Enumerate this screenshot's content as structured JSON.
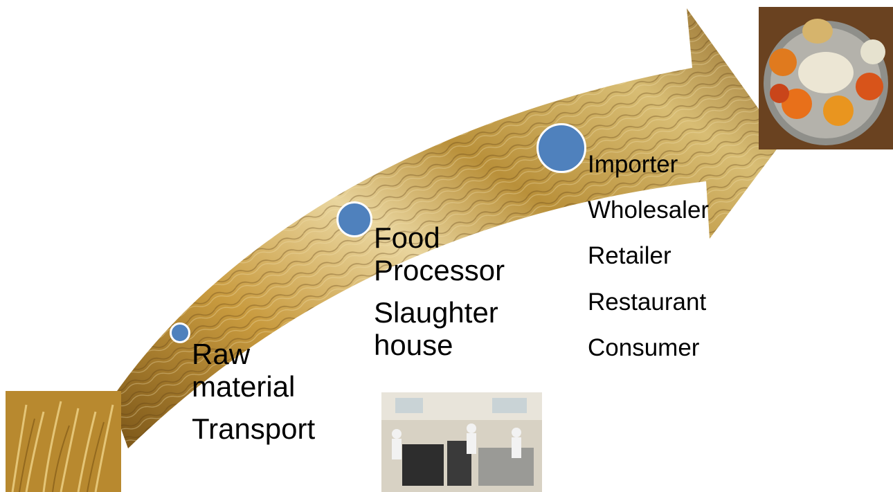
{
  "stages": [
    {
      "lines": [
        "Raw",
        "material"
      ],
      "sub": [
        "Transport"
      ]
    },
    {
      "lines": [
        "Food",
        "Processor"
      ],
      "sub": [
        "Slaughter",
        "house"
      ]
    },
    {
      "lines": [
        "Importer"
      ],
      "sub": [
        "Wholesaler",
        "Retailer",
        "Restaurant",
        "Consumer"
      ]
    }
  ],
  "images": {
    "wheat": "wheat-field-photo",
    "kitchen": "food-processing-kitchen-photo",
    "thali": "indian-thali-meal-photo"
  },
  "colors": {
    "dot": "#4f81bd",
    "arrow_light": "#e8d49a",
    "arrow_mid": "#b88a2e",
    "arrow_dark": "#6b4a14"
  }
}
